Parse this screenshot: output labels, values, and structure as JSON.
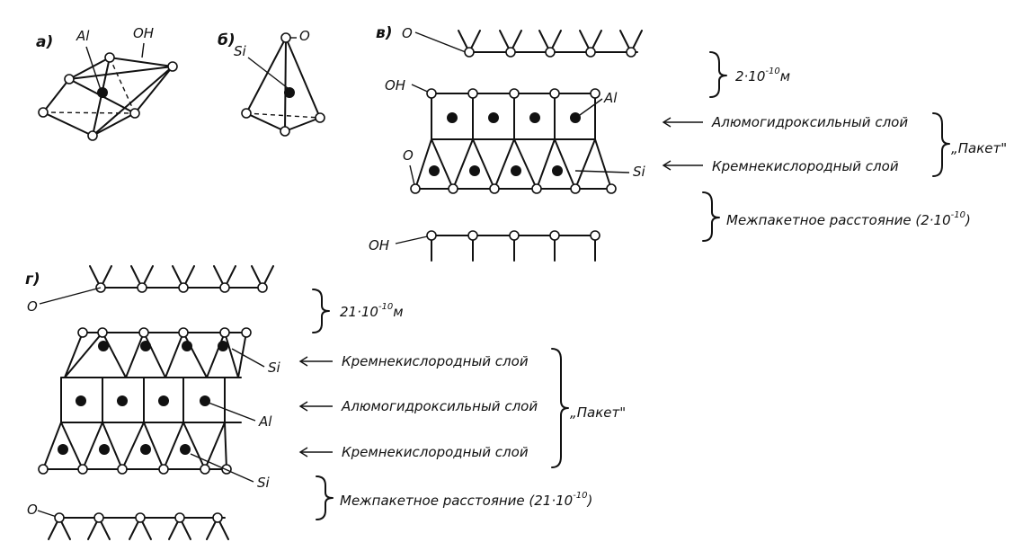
{
  "panels": {
    "a": {
      "letter": "а)",
      "al": "Al",
      "oh": "OH"
    },
    "b": {
      "letter": "б)",
      "si": "Si",
      "o": "O"
    },
    "v": {
      "letter": "в)",
      "o_top": "O",
      "oh_left": "OH",
      "al": "Al",
      "o_left": "O",
      "si": "Si",
      "oh_bottom": "OH",
      "dist_top": "2·10",
      "dist_top_exp": "-10",
      "dist_top_unit": "м",
      "layer1": "Алюмогидроксильный слой",
      "layer2": "Кремнекислородный слой",
      "package": "„Пакет\"",
      "interpackage": "Межпакетное расстояние (2·10",
      "interpackage_exp": "-10",
      "interpackage_close": ")"
    },
    "g": {
      "letter": "г)",
      "o_top": "O",
      "si_top": "Si",
      "al": "Al",
      "si_bottom": "Si",
      "o_bottom": "O",
      "dist_top": "21·10",
      "dist_top_exp": "-10",
      "dist_top_unit": "м",
      "layer1": "Кремнекислородный слой",
      "layer2": "Алюмогидроксильный слой",
      "layer3": "Кремнекислородный слой",
      "package": "„Пакет\"",
      "interpackage": "Межпакетное расстояние (21·10",
      "interpackage_exp": "-10",
      "interpackage_close": ")"
    }
  }
}
